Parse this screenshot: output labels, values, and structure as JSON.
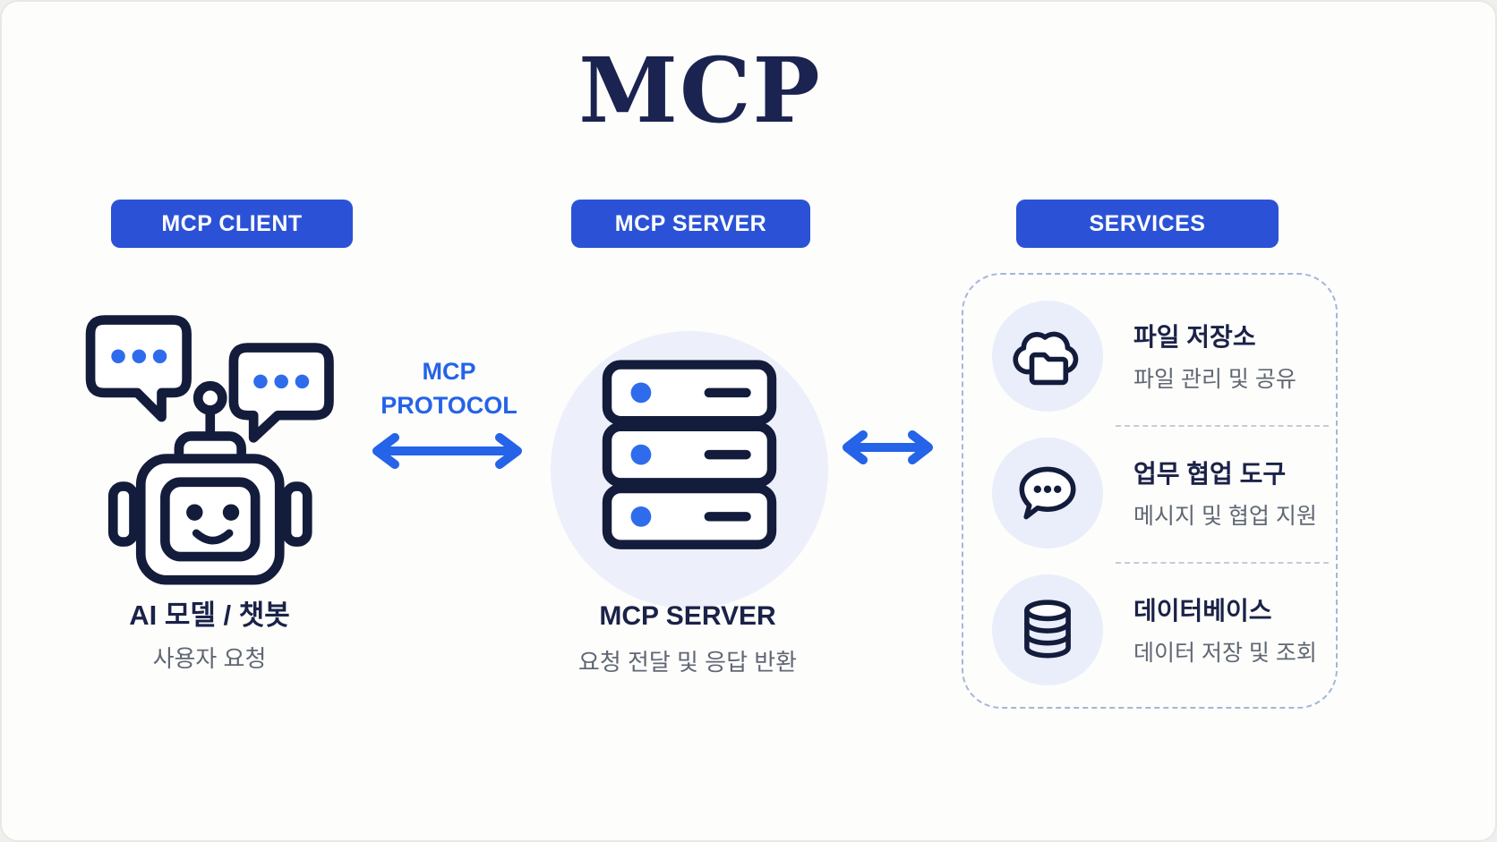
{
  "title": "MCP",
  "colors": {
    "accent_blue": "#2563e8",
    "badge_blue": "#2b52d6",
    "navy": "#141c3c",
    "text_navy": "#1a2248",
    "gray_text": "#606774",
    "halo_blue": "#edf0fa",
    "service_circle": "#e9eefa",
    "dashed_border": "#a6b6d9"
  },
  "client": {
    "badge": "MCP CLIENT",
    "icon": "robot-chatbot-icon",
    "title": "AI 모델 / 챗봇",
    "subtitle": "사용자 요청"
  },
  "protocol": {
    "line1": "MCP",
    "line2": "PROTOCOL",
    "connection": "bidirectional-arrow"
  },
  "server": {
    "badge": "MCP SERVER",
    "icon": "server-stack-icon",
    "title": "MCP SERVER",
    "subtitle": "요청 전달 및 응답 반환"
  },
  "services": {
    "badge": "SERVICES",
    "items": [
      {
        "icon": "cloud-folder-icon",
        "title": "파일 저장소",
        "subtitle": "파일 관리 및 공유"
      },
      {
        "icon": "chat-bubble-icon",
        "title": "업무 협업 도구",
        "subtitle": "메시지 및 협업 지원"
      },
      {
        "icon": "database-icon",
        "title": "데이터베이스",
        "subtitle": "데이터 저장 및 조회"
      }
    ]
  }
}
